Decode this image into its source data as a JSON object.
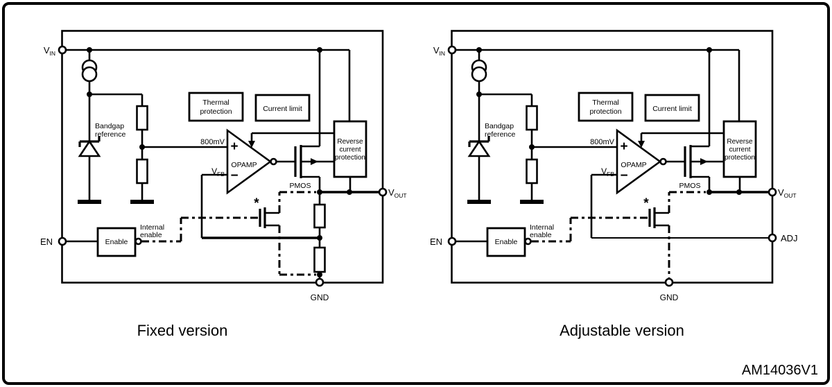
{
  "figure_code": "AM14036V1",
  "colors": {
    "ink": "#000000",
    "paper": "#ffffff"
  },
  "shared": {
    "v": "V",
    "vin_sub": "IN",
    "vout_sub": "OUT",
    "vfb_sub": "FB",
    "en": "EN",
    "gnd": "GND",
    "ref_voltage": "800mV",
    "plus": "+",
    "minus": "−",
    "opamp": "OPAMP",
    "pmos": "PMOS",
    "asterisk": "*",
    "bandgap_line1": "Bandgap",
    "bandgap_line2": "reference",
    "thermal_line1": "Thermal",
    "thermal_line2": "protection",
    "current_limit": "Current limit",
    "reverse_line1": "Reverse",
    "reverse_line2": "current",
    "reverse_line3": "protection",
    "enable": "Enable",
    "internal_enable_line1": "Internal",
    "internal_enable_line2": "enable"
  },
  "fixed": {
    "caption": "Fixed version"
  },
  "adjustable": {
    "caption": "Adjustable  version",
    "adj": "ADJ"
  }
}
